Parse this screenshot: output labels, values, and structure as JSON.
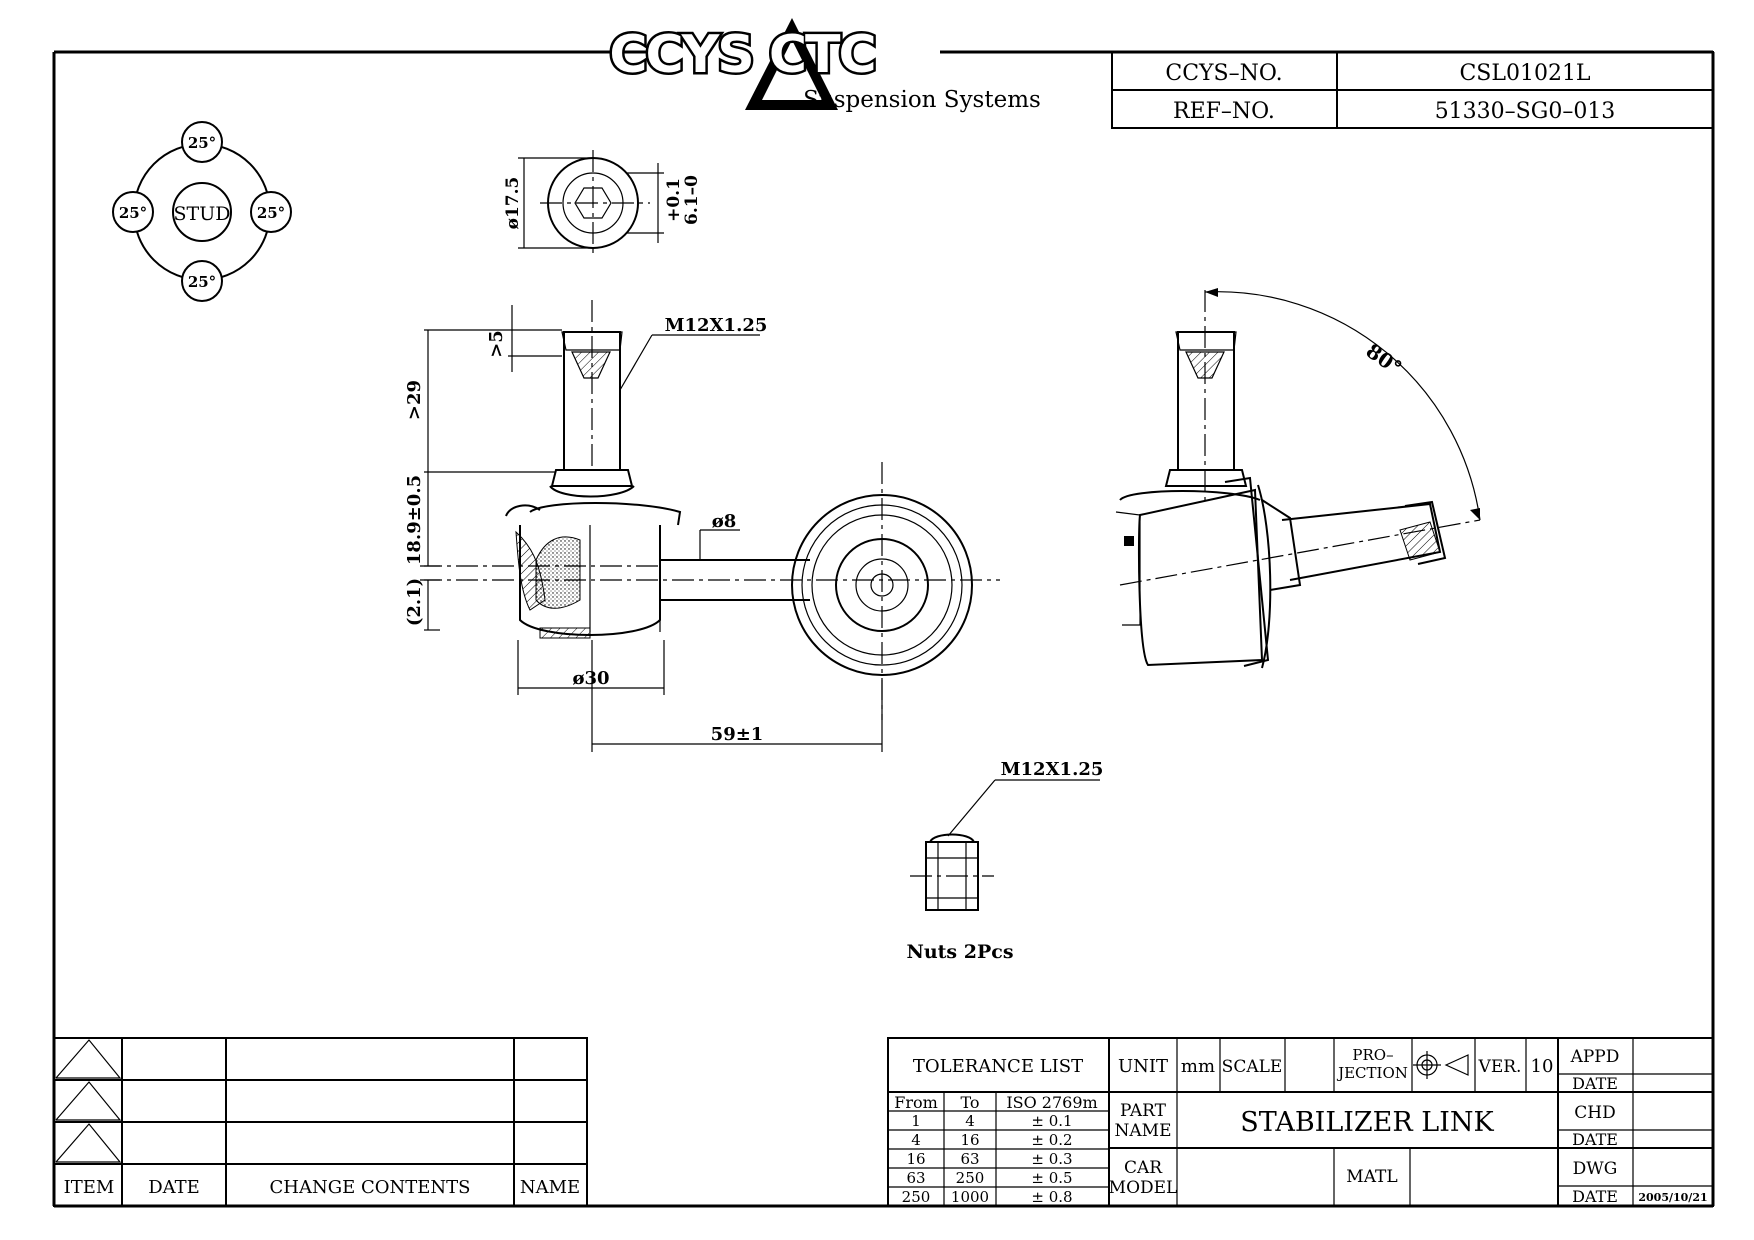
{
  "brand": {
    "logo_text": "CCYS CTC",
    "tagline": "Suspension Systems"
  },
  "header": {
    "ccys_no_label": "CCYS–NO.",
    "ccys_no_value": "CSL01021L",
    "ref_no_label": "REF–NO.",
    "ref_no_value": "51330–SG0–013"
  },
  "stud_diagram": {
    "center_label": "STUD",
    "angle_top": "25°",
    "angle_left": "25°",
    "angle_right": "25°",
    "angle_bottom": "25°"
  },
  "dimensions": {
    "top_diameter": "ø17.5",
    "top_tolerance_a": "+0.1",
    "top_tolerance_b": "6.1–0",
    "thread_main": "M12X1.25",
    "dim_gt5": ">5",
    "dim_gt29": ">29",
    "dim_height": "18.9±0.5",
    "dim_offset": "(2.1)",
    "dim_rod_dia": "ø8",
    "dim_body_dia": "ø30",
    "dim_length": "59±1",
    "angle_swing": "80°",
    "thread_nut": "M12X1.25",
    "nuts_note": "Nuts 2Pcs"
  },
  "revision_table": {
    "headers": [
      "ITEM",
      "DATE",
      "CHANGE CONTENTS",
      "NAME"
    ]
  },
  "title_block": {
    "tolerance_title": "TOLERANCE LIST",
    "tolerance_headers": [
      "From",
      "To",
      "ISO 2769m"
    ],
    "tolerance_rows": [
      [
        "1",
        "4",
        "± 0.1"
      ],
      [
        "4",
        "16",
        "± 0.2"
      ],
      [
        "16",
        "63",
        "± 0.3"
      ],
      [
        "63",
        "250",
        "± 0.5"
      ],
      [
        "250",
        "1000",
        "± 0.8"
      ]
    ],
    "unit_label": "UNIT",
    "unit_value": "mm",
    "scale_label": "SCALE",
    "projection_label_1": "PRO–",
    "projection_label_2": "JECTION",
    "ver_label": "VER.",
    "ver_value": "10",
    "part_name_label_1": "PART",
    "part_name_label_2": "NAME",
    "part_name_value": "STABILIZER  LINK",
    "car_model_label_1": "CAR",
    "car_model_label_2": "MODEL",
    "matl_label": "MATL",
    "appd_label": "APPD",
    "date_label_1": "DATE",
    "chd_label": "CHD",
    "date_label_2": "DATE",
    "dwg_label": "DWG",
    "date_label_3": "DATE",
    "dwg_date_value": "2005/10/21"
  }
}
